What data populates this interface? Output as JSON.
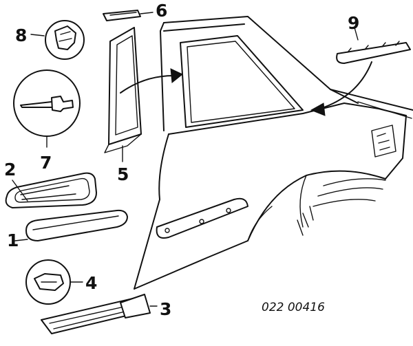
{
  "diagram": {
    "callouts": [
      {
        "id": "1",
        "label": "1"
      },
      {
        "id": "2",
        "label": "2"
      },
      {
        "id": "3",
        "label": "3"
      },
      {
        "id": "4",
        "label": "4"
      },
      {
        "id": "5",
        "label": "5"
      },
      {
        "id": "6",
        "label": "6"
      },
      {
        "id": "7",
        "label": "7"
      },
      {
        "id": "8",
        "label": "8"
      },
      {
        "id": "9",
        "label": "9"
      }
    ],
    "drawing_number": "022 00416"
  },
  "colors": {
    "ink": "#111111",
    "paper": "#ffffff"
  }
}
